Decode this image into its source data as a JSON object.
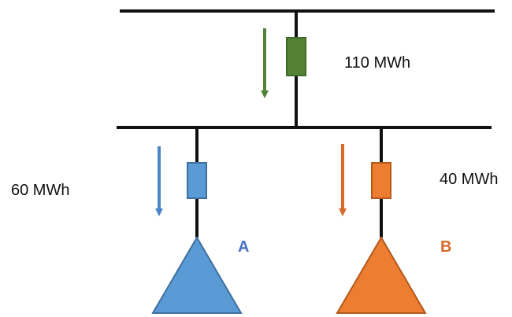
{
  "flows": {
    "main": {
      "label": "110 MWh",
      "color": "#548235"
    },
    "branch_a": {
      "label": "60 MWh",
      "color": "#4a86c5"
    },
    "branch_b": {
      "label": "40 MWh",
      "color": "#d66a2a"
    }
  },
  "loads": {
    "a": {
      "label": "A",
      "color": "#4472c4",
      "fill": "#5b9bd5",
      "stroke": "#3f6f9e"
    },
    "b": {
      "label": "B",
      "color": "#d66a2a",
      "fill": "#ed7d31",
      "stroke": "#b5591c"
    }
  },
  "colors": {
    "line": "#111111",
    "main_box_fill": "#548235",
    "main_box_stroke": "#3d6a2a",
    "box_a_fill": "#5b9bd5",
    "box_a_stroke": "#3f6f9e",
    "box_b_fill": "#ed7d31",
    "box_b_stroke": "#b5591c"
  },
  "icons": [
    "main-flow-arrow",
    "branch-a-flow-arrow",
    "branch-b-flow-arrow",
    "load-a-triangle-icon",
    "load-b-triangle-icon"
  ]
}
